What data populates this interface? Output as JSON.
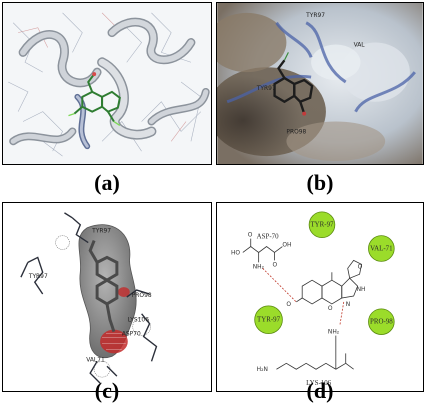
{
  "panels": {
    "a": {
      "caption": "(a)"
    },
    "b": {
      "caption": "(b)",
      "labels": {
        "tyr97": "TYR97",
        "val": "VAL",
        "tyr97b": "TYR97",
        "pro98": "PRO98"
      }
    },
    "c": {
      "caption": "(c)",
      "labels": {
        "tyr97": "TYR97",
        "tyr97b": "TYR97",
        "pro98": "PRO98",
        "lys106": "LYS106",
        "asp70": "ASP70",
        "val71": "VAL71"
      }
    },
    "d": {
      "caption": "(d)",
      "residues": {
        "tyr97_top": "TYR-97",
        "val71": "VAL-71",
        "tyr97_left": "TYR-97",
        "pro98": "PRO-98",
        "asp70": "ASP-70",
        "lys106": "LYS-106"
      },
      "atoms": {
        "ho": "HO",
        "o1": "O",
        "o2": "O",
        "nh2a": "NH₂",
        "nh": "NH",
        "n": "N",
        "o3": "O",
        "o4": "O",
        "nh2b": "NH₂",
        "h2n": "H₂N",
        "oh": "OH",
        "o5": "O"
      }
    }
  },
  "colors": {
    "residue_fill": "#9bdc2a",
    "residue_border": "#5a8a10",
    "hbond": "#c0392b",
    "surface": "#8a8a8a",
    "ribbon": "#b8bcc4"
  }
}
